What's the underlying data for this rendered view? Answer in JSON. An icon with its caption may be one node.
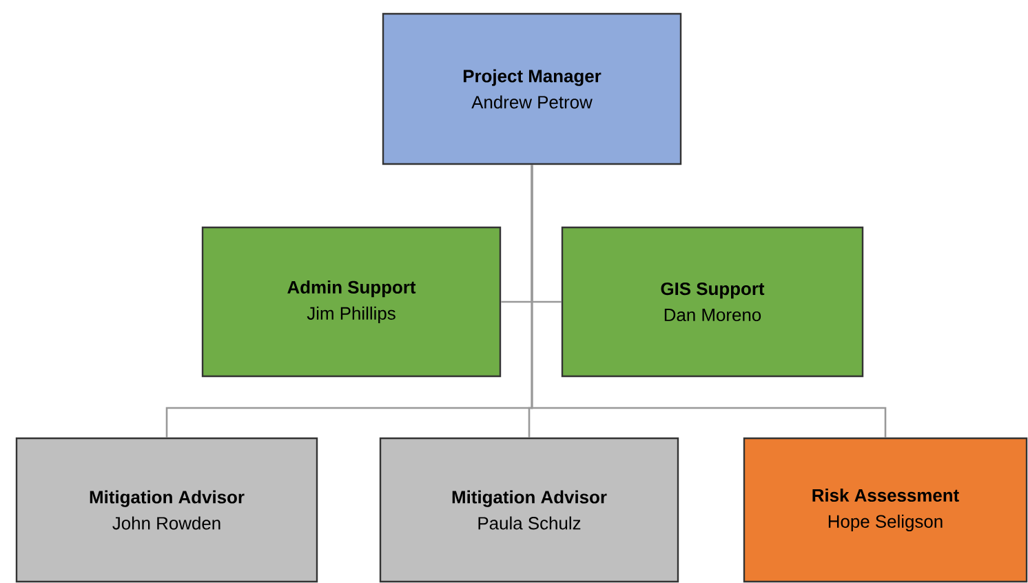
{
  "diagram": {
    "nodes": [
      {
        "text": [
          "Project Manager",
          "Andrew Petrow"
        ]
      },
      {
        "text": [
          "Admin Support",
          "Jim Phillips"
        ]
      },
      {
        "text": [
          "GIS Support",
          "Dan Moreno"
        ]
      },
      {
        "text": [
          "Mitigation Advisor",
          "John Rowden"
        ]
      },
      {
        "text": [
          "Mitigation Advisor",
          "Paula Schulz"
        ]
      },
      {
        "text": [
          "Risk Assessment",
          "Hope Seligson"
        ]
      }
    ],
    "edges": [
      {
        "from": 0,
        "to": 1,
        "arrow": "none"
      },
      {
        "from": 0,
        "to": 2,
        "arrow": "none"
      },
      {
        "from": 0,
        "to": 3,
        "arrow": "none"
      },
      {
        "from": 0,
        "to": 4,
        "arrow": "none"
      },
      {
        "from": 0,
        "to": 5,
        "arrow": "none"
      }
    ]
  }
}
